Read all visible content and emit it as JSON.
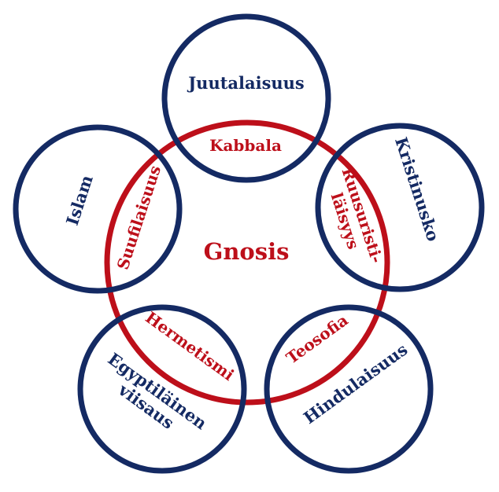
{
  "diagram": {
    "center_label": "Gnosis",
    "colors": {
      "outer": "#142a63",
      "overlap": "#bd0f1a",
      "background": "#ffffff"
    },
    "outer_circles": [
      {
        "key": "judaism",
        "label": "Juutalaisuus"
      },
      {
        "key": "christian",
        "label": "Kristinusko"
      },
      {
        "key": "hindu",
        "label": "Hindulaisuus"
      },
      {
        "key": "egypt",
        "label_lines": [
          "Egyptiläinen",
          "viisaus"
        ]
      },
      {
        "key": "islam",
        "label": "Islam"
      }
    ],
    "overlaps": [
      {
        "key": "kabbala",
        "label": "Kabbala"
      },
      {
        "key": "rosicrucian",
        "label_lines": [
          "Ruusuristi-",
          "läisyys"
        ]
      },
      {
        "key": "theosophy",
        "label": "Teosofia"
      },
      {
        "key": "hermeticism",
        "label": "Hermetismi"
      },
      {
        "key": "sufism",
        "label": "Suufilaisuus"
      }
    ]
  }
}
